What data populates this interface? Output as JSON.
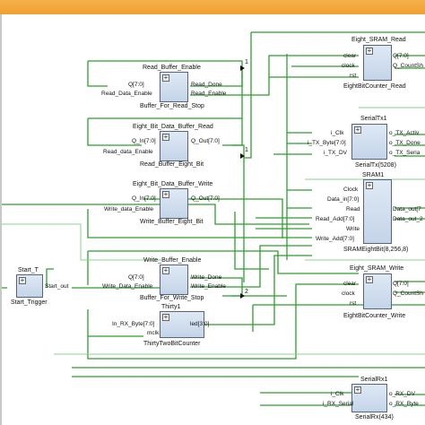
{
  "blocks": {
    "read_buffer_enable": {
      "title": "Read_Buffer_Enable",
      "inst": "Buffer_For_Read_Stop",
      "in": [
        "Q[7:0]",
        "Read_Data_Enable"
      ],
      "out": [
        "Read_Done",
        "Read_Enable"
      ]
    },
    "eight_bit_data_buffer_read": {
      "title": "Eight_Bit_Data_Buffer_Read",
      "inst": "Read_Buffer_Eight_Bit",
      "in": [
        "Q_In[7:0]",
        "Read_data_Enable"
      ],
      "out": [
        "Q_Out[7:0]"
      ]
    },
    "eight_bit_data_buffer_write": {
      "title": "Eight_Bit_Data_Buffer_Write",
      "inst": "Write_Buffer_Eight_Bit",
      "in": [
        "Q_In[7:0]",
        "Write_data_Enable"
      ],
      "out": [
        "Q_Out[7:0]"
      ]
    },
    "write_buffer_enable": {
      "title": "Write_Buffer_Enable",
      "inst": "Buffer_For_Write_Stop",
      "in": [
        "Q[7:0]",
        "Write_Data_Enable"
      ],
      "out": [
        "Write_Done",
        "Write_Enable"
      ]
    },
    "thirty1": {
      "title": "Thirty1",
      "inst": "ThirtyTwoBitCounter",
      "in": [
        "In_RX_Byte[7:0]",
        "mclk"
      ],
      "out": [
        "led[3:0]"
      ]
    },
    "start_t": {
      "title": "Start_T",
      "inst": "Start_Trigger",
      "in": [],
      "out": [
        "Start_out"
      ]
    },
    "eight_sram_read": {
      "title": "Eight_SRAM_Read",
      "inst": "EightBitCounter_Read",
      "in": [
        "clear",
        "clock",
        "rst"
      ],
      "out": [
        "Q[7:0]",
        "Q_CountSh"
      ]
    },
    "serialtx1": {
      "title": "SerialTx1",
      "inst": "SerialTx(5208)",
      "in": [
        "i_Clk",
        "i_TX_Byte[7:0]",
        "i_TX_DV"
      ],
      "out": [
        "o_TX_Activ",
        "o_TX_Done",
        "o_TX_Seria"
      ]
    },
    "sram1": {
      "title": "SRAM1",
      "inst": "SRAMEightBit(8,256,8)",
      "in": [
        "Clock",
        "Data_in[7:0]",
        "Read",
        "Read_Add[7:0]",
        "Write",
        "Write_Add[7:0]"
      ],
      "out": [
        "Data_out[7",
        "Data_out_2"
      ]
    },
    "eight_sram_write": {
      "title": "Eight_SRAM_Write",
      "inst": "EightBitCounter_Write",
      "in": [
        "clear",
        "clock",
        "rst"
      ],
      "out": [
        "Q[7:0]",
        "Q_CountSh"
      ]
    },
    "serialrx1": {
      "title": "SerialRx1",
      "inst": "SerialRx(434)",
      "in": [
        "i_Clk",
        "i_RX_Serial"
      ],
      "out": [
        "o_RX_DV",
        "o_RX_Byte"
      ]
    }
  },
  "net_labels": {
    "n1": "1",
    "n2": "1",
    "n3": "2"
  },
  "colors": {
    "wire": "#2e9e2e",
    "wire_light": "#8fd08f",
    "block_border": "#56657a",
    "title_bar": "#f0a030"
  }
}
